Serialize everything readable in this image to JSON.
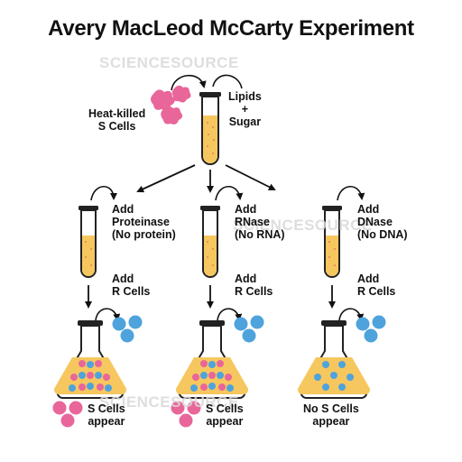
{
  "title": "Avery MacLeod McCarty Experiment",
  "watermark": "SCIENCESOURCE",
  "start": {
    "left_label": [
      "Heat-killed",
      "S Cells"
    ],
    "right_label": [
      "Lipids",
      "+",
      "Sugar"
    ]
  },
  "branches": [
    {
      "treatment": [
        "Add",
        "Proteinase",
        "(No protein)"
      ],
      "add_r": [
        "Add",
        "R Cells"
      ],
      "result": [
        "S Cells",
        "appear"
      ]
    },
    {
      "treatment": [
        "Add",
        "RNase",
        "(No RNA)"
      ],
      "add_r": [
        "Add",
        "R Cells"
      ],
      "result": [
        "S Cells",
        "appear"
      ]
    },
    {
      "treatment": [
        "Add",
        "DNase",
        "(No DNA)"
      ],
      "add_r": [
        "Add",
        "R Cells"
      ],
      "result": [
        "No S Cells",
        "appear"
      ]
    }
  ],
  "colors": {
    "s_cell": "#e8669a",
    "r_cell": "#4ea3dc",
    "liquid": "#f6c75e",
    "glass": "#222222"
  },
  "icons": [
    "curved-arrow-icon",
    "test-tube-icon",
    "flask-icon",
    "s-cell-icon",
    "r-cell-icon"
  ]
}
